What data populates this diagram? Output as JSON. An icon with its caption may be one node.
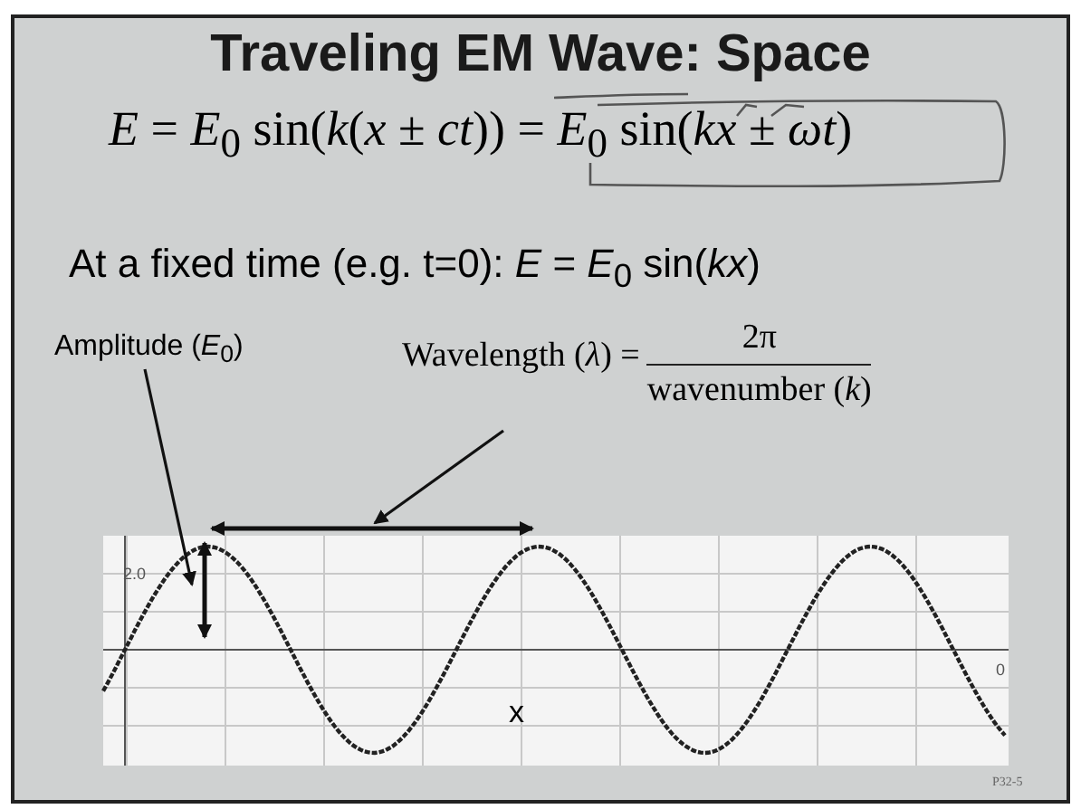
{
  "diagram": {
    "title": "Traveling EM Wave: Space",
    "nodes": [
      {
        "text": [
          "Amplitude (*E*$_{0}$)"
        ]
      },
      {
        "text": [
          "Wavelength (*λ*) =",
          "2π",
          "wavenumber (*k*)"
        ]
      }
    ],
    "edges": [
      {
        "from": 0,
        "to": null,
        "arrow": "to"
      },
      {
        "from": 1,
        "to": null,
        "arrow": "to"
      }
    ],
    "labels": [
      "*E* = *E*$_{0}$ sin(*k*(*x* ± *ct*)) = *E*$_{0}$ sin(*kx* ± *ωt*)",
      "At a fixed time (e.g. t=0):  *E* = *E*$_{0}$ sin(*kx*)",
      "2.0",
      "0",
      "x",
      "P32-5"
    ]
  }
}
